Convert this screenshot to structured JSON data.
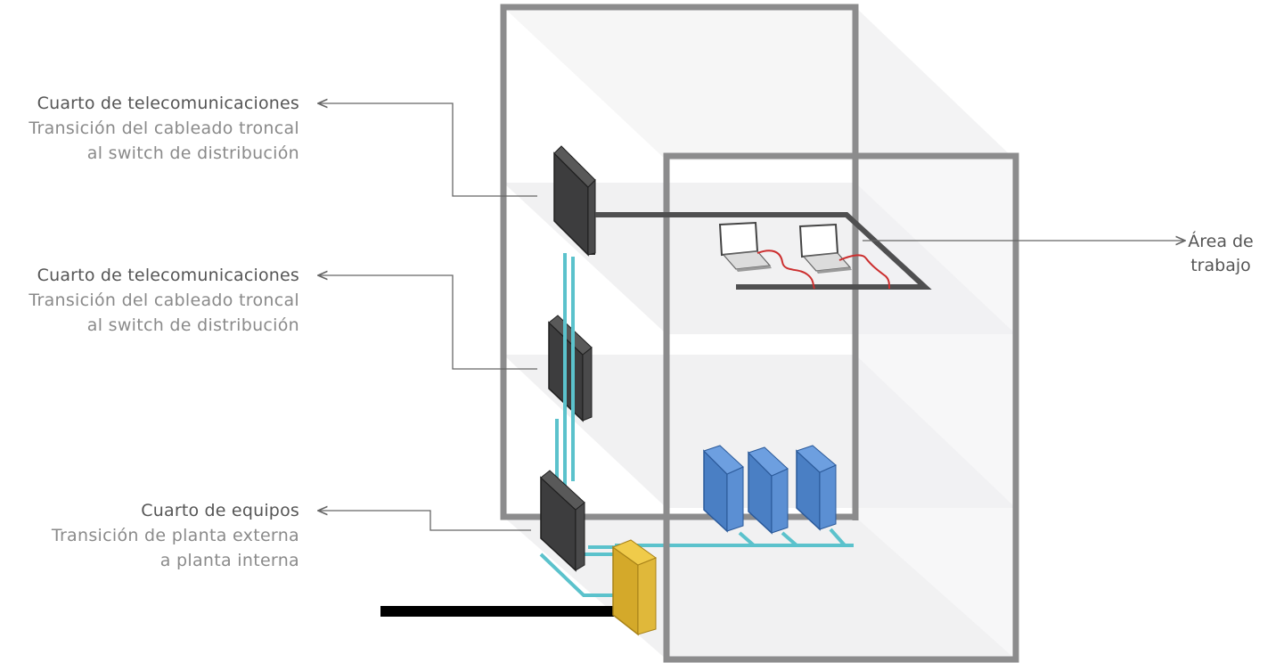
{
  "labels": {
    "telecom_room_1": {
      "title": "Cuarto de telecomunicaciones",
      "line1": "Transición del cableado troncal",
      "line2": "al switch de distribución"
    },
    "telecom_room_2": {
      "title": "Cuarto de telecomunicaciones",
      "line1": "Transición del cableado troncal",
      "line2": "al switch de distribución"
    },
    "equipment_room": {
      "title": "Cuarto de equipos",
      "line1": "Transición de planta externa",
      "line2": "a planta interna"
    },
    "work_area": {
      "line1": "Área de",
      "line2": "trabajo"
    }
  },
  "colors": {
    "frame": "#8c8c8d",
    "floor": "#eeeeef",
    "rack": "#3d3d3e",
    "backbone": "#5bc2cc",
    "server": "#4a7fc4",
    "entrance": "#d4a92a",
    "horizontal_cable": "#4f4f50",
    "patch_cord": "#cc2f2f",
    "outside_cable": "#000000",
    "leader_line": "#666666"
  }
}
